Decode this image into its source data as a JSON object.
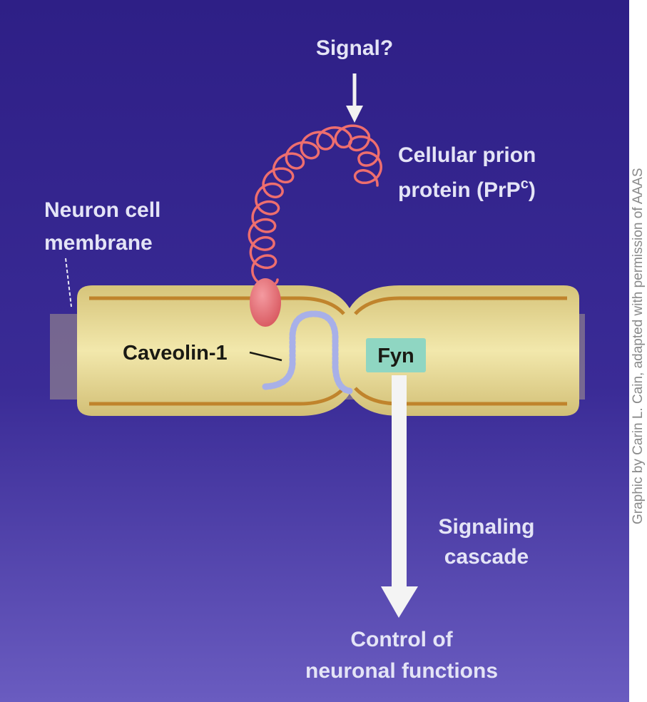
{
  "figure": {
    "signal_label": "Signal?",
    "prion_label_line1": "Cellular prion",
    "prion_label_line2": "protein (PrP",
    "prion_label_sup": "c",
    "prion_label_end": ")",
    "membrane_label_line1": "Neuron cell",
    "membrane_label_line2": "membrane",
    "caveolin_label": "Caveolin-1",
    "fyn_label": "Fyn",
    "cascade_label_line1": "Signaling",
    "cascade_label_line2": "cascade",
    "control_label_line1": "Control of",
    "control_label_line2": "neuronal functions",
    "credit": "Graphic by Carin L. Cain, adapted with permission of AAAS"
  },
  "colors": {
    "background_top": "#2e1f86",
    "background_bottom": "#6a5cc0",
    "membrane": "#e8d98a",
    "membrane_edge": "#c0842c",
    "prion_helix": "#ee6e6e",
    "prion_anchor": "#e26a72",
    "caveolin": "#a8b0e8",
    "fyn_box": "#8fd6c2"
  }
}
